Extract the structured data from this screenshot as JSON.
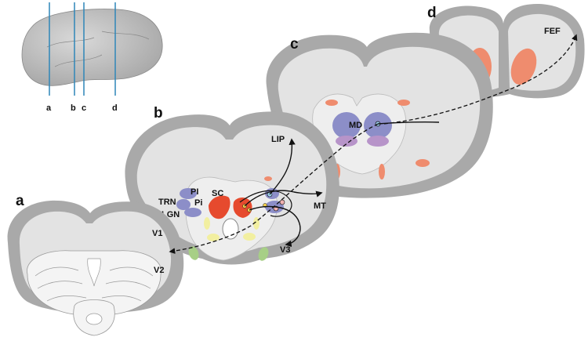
{
  "panels": {
    "a": "a",
    "b": "b",
    "c": "c",
    "d": "d"
  },
  "cut_labels": [
    "a",
    "b",
    "c",
    "d"
  ],
  "regions": {
    "v1": "V1",
    "v2": "V2",
    "trn": "TRN",
    "lgn": "LGN",
    "pi_upper": "PI",
    "pi_lower": "Pi",
    "sc": "SC",
    "lip": "LIP",
    "mt": "MT",
    "v3": "V3",
    "md": "MD",
    "fef": "FEF"
  },
  "colors": {
    "cortex": "#a9a9a9",
    "white_matter": "#e3e3e3",
    "thalamus_blue": "#8c8ec8",
    "sc_red": "#e64a2e",
    "salmon": "#ef8c6e",
    "purple": "#b794c9",
    "yellow": "#f2efa0",
    "green": "#a7cf86",
    "cut_line": "#2e86b8"
  }
}
